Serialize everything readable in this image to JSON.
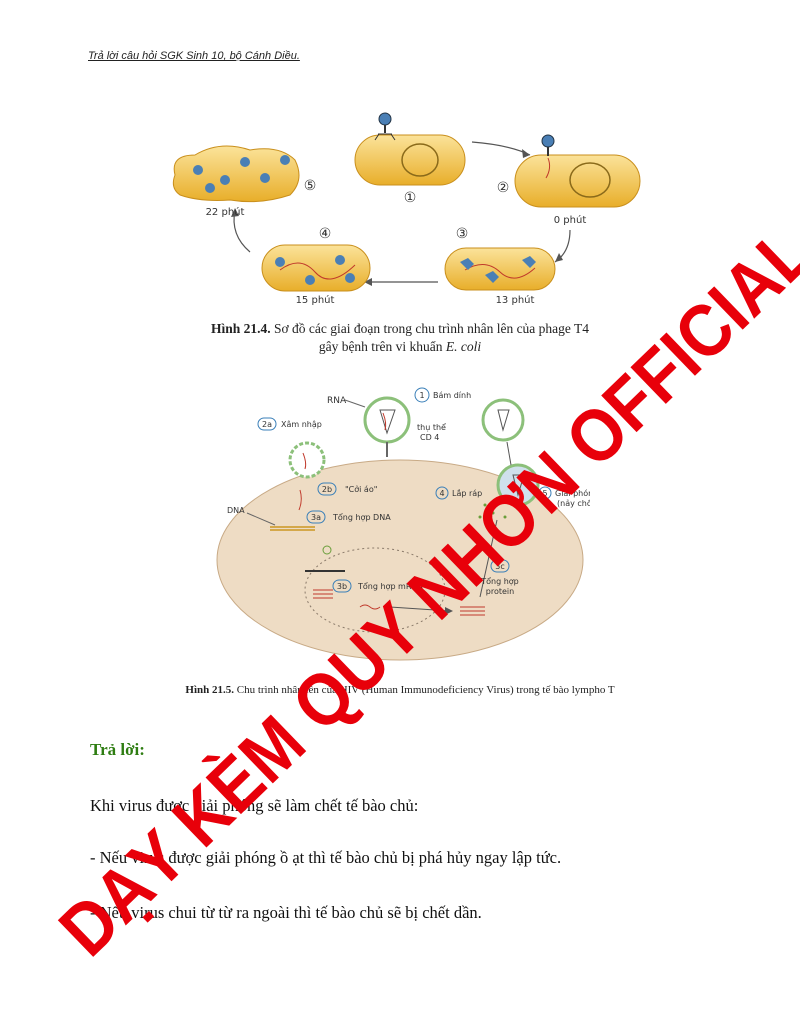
{
  "header": {
    "text": "Trả lời câu hỏi SGK Sinh 10, bộ Cánh Diều."
  },
  "figure1": {
    "stages": [
      "①",
      "②",
      "③",
      "④",
      "⑤"
    ],
    "times": {
      "t0": "0 phút",
      "t13": "13 phút",
      "t15": "15 phút",
      "t22": "22 phút"
    },
    "caption_label": "Hình 21.4.",
    "caption_line1": "Sơ đồ các giai đoạn trong chu trình nhân lên của phage T4",
    "caption_line2_pre": "gây bệnh trên vi khuẩn",
    "caption_line2_em": "E. coli"
  },
  "figure2": {
    "labels": {
      "rna": "RNA",
      "s1": "Bám dính",
      "s2a": "Xâm nhập",
      "receptor1": "thụ thể",
      "receptor2": "CD 4",
      "s2b": "\"Cởi áo\"",
      "dna": "DNA",
      "s3a": "Tổng hợp DNA",
      "s4": "Lắp ráp",
      "s5a": "Giải phóng",
      "s5b": "(nảy chồi)",
      "s3b": "Tổng hợp mRNA",
      "s3c1": "Tổng hợp",
      "s3c2": "protein"
    },
    "badges": {
      "b1": "1",
      "b2a": "2a",
      "b2b": "2b",
      "b3a": "3a",
      "b3b": "3b",
      "b3c": "3c",
      "b4": "4",
      "b5": "5"
    },
    "caption_label": "Hình 21.5.",
    "caption_text": "Chu trình nhân lên của HIV (Human Immunodeficiency Virus) trong tế bào lympho T"
  },
  "answer": {
    "heading": "Trả lời:",
    "lines": [
      "Khi virus được giải phóng sẽ làm chết tế bào chủ:",
      "- Nếu virus được giải phóng ồ ạt thì tế bào chủ bị phá hủy ngay lập tức.",
      "- Nếu virus chui từ từ ra ngoài thì tế bào chủ sẽ bị chết dần."
    ]
  },
  "watermark": {
    "text": "DẠY KÈM QUY NHƠN OFFICIAL",
    "color": "#e8000a"
  }
}
